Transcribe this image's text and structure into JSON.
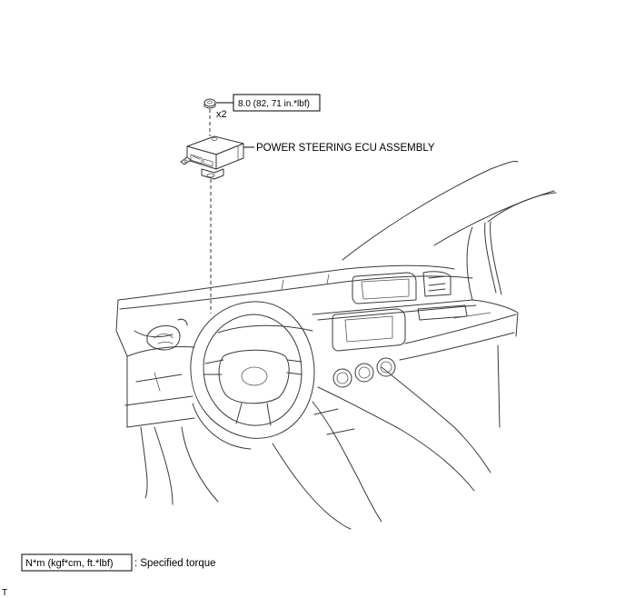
{
  "callouts": {
    "torque_value": "8.0 (82, 71 in.*lbf)",
    "quantity": "x2",
    "part_name": "POWER STEERING ECU ASSEMBLY"
  },
  "legend": {
    "unit_box": "N*m (kgf*cm, ft.*lbf)",
    "description": ": Specified torque"
  },
  "footer": {
    "mark": "T"
  }
}
